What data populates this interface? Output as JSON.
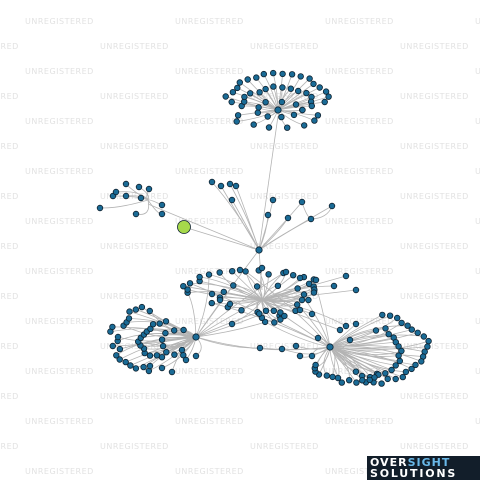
{
  "watermark": {
    "text": "UNREGISTERED",
    "color": "#e2e2e2"
  },
  "logo": {
    "line1_part1": "OVER",
    "line1_part2": "SIGHT",
    "line2": "SOLUTIONS",
    "background": "#121e2a",
    "accent": "#69b8e8"
  },
  "graph": {
    "node_color": "#1a6b96",
    "highlight_color": "#a6d94b",
    "edge_color": "#b4b4b4"
  }
}
